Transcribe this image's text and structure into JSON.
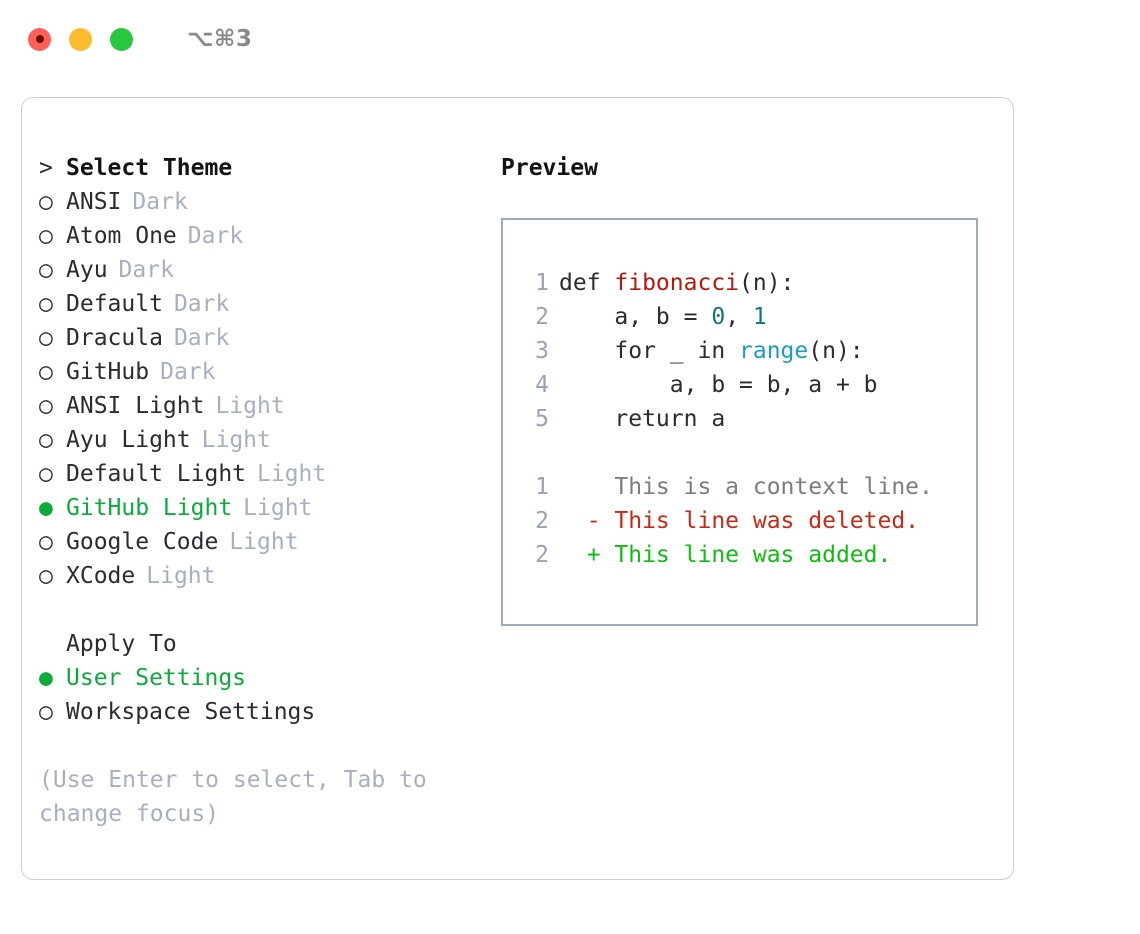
{
  "titlebar": {
    "shortcut": "⌥⌘3",
    "lights": [
      {
        "name": "close",
        "color": "#ff5f57"
      },
      {
        "name": "minimize",
        "color": "#febc2e"
      },
      {
        "name": "zoom",
        "color": "#28c840"
      }
    ]
  },
  "theme_picker": {
    "header_prefix": ">",
    "header": "Select Theme",
    "marker_unselected": "○",
    "marker_selected": "●",
    "items": [
      {
        "label": "ANSI",
        "tag": "Dark",
        "selected": false
      },
      {
        "label": "Atom One",
        "tag": "Dark",
        "selected": false
      },
      {
        "label": "Ayu",
        "tag": "Dark",
        "selected": false
      },
      {
        "label": "Default",
        "tag": "Dark",
        "selected": false
      },
      {
        "label": "Dracula",
        "tag": "Dark",
        "selected": false
      },
      {
        "label": "GitHub",
        "tag": "Dark",
        "selected": false
      },
      {
        "label": "ANSI Light",
        "tag": "Light",
        "selected": false
      },
      {
        "label": "Ayu Light",
        "tag": "Light",
        "selected": false
      },
      {
        "label": "Default Light",
        "tag": "Light",
        "selected": false
      },
      {
        "label": "GitHub Light",
        "tag": "Light",
        "selected": true
      },
      {
        "label": "Google Code",
        "tag": "Light",
        "selected": false
      },
      {
        "label": "XCode",
        "tag": "Light",
        "selected": false
      }
    ]
  },
  "apply_to": {
    "header": "Apply To",
    "items": [
      {
        "label": "User Settings",
        "selected": true
      },
      {
        "label": "Workspace Settings",
        "selected": false
      }
    ]
  },
  "hint": "(Use Enter to select, Tab to change focus)",
  "preview": {
    "title": "Preview",
    "code_lines": [
      {
        "no": "1",
        "segments": [
          {
            "text": "def ",
            "cls": ""
          },
          {
            "text": "fibonacci",
            "cls": "tok-fn"
          },
          {
            "text": "(n):",
            "cls": ""
          }
        ]
      },
      {
        "no": "2",
        "segments": [
          {
            "text": "    a, b = ",
            "cls": ""
          },
          {
            "text": "0",
            "cls": "tok-num"
          },
          {
            "text": ", ",
            "cls": ""
          },
          {
            "text": "1",
            "cls": "tok-num"
          }
        ]
      },
      {
        "no": "3",
        "segments": [
          {
            "text": "    for _ in ",
            "cls": ""
          },
          {
            "text": "range",
            "cls": "tok-bi"
          },
          {
            "text": "(n):",
            "cls": ""
          }
        ]
      },
      {
        "no": "4",
        "segments": [
          {
            "text": "        a, b = b, a + b",
            "cls": ""
          }
        ]
      },
      {
        "no": "5",
        "segments": [
          {
            "text": "    return a",
            "cls": ""
          }
        ]
      }
    ],
    "diff_lines": [
      {
        "no": "1",
        "marker": " ",
        "text": "This is a context line.",
        "kind": "diff-ctx"
      },
      {
        "no": "2",
        "marker": "-",
        "text": "This line was deleted.",
        "kind": "diff-del"
      },
      {
        "no": "2",
        "marker": "+",
        "text": "This line was added.",
        "kind": "diff-add"
      }
    ]
  },
  "colors": {
    "selected_green": "#0cab3c",
    "tag_gray": "#a8b0be",
    "text": "#2b2b33",
    "panel_border": "#a0aabd",
    "window_border": "#c9cfd8",
    "diff_add": "#0dbe0d",
    "diff_del": "#c62a16",
    "diff_ctx": "#7c7c86",
    "fn": "#b8180b",
    "num": "#0e7a72",
    "builtin": "#1c9bc4"
  }
}
